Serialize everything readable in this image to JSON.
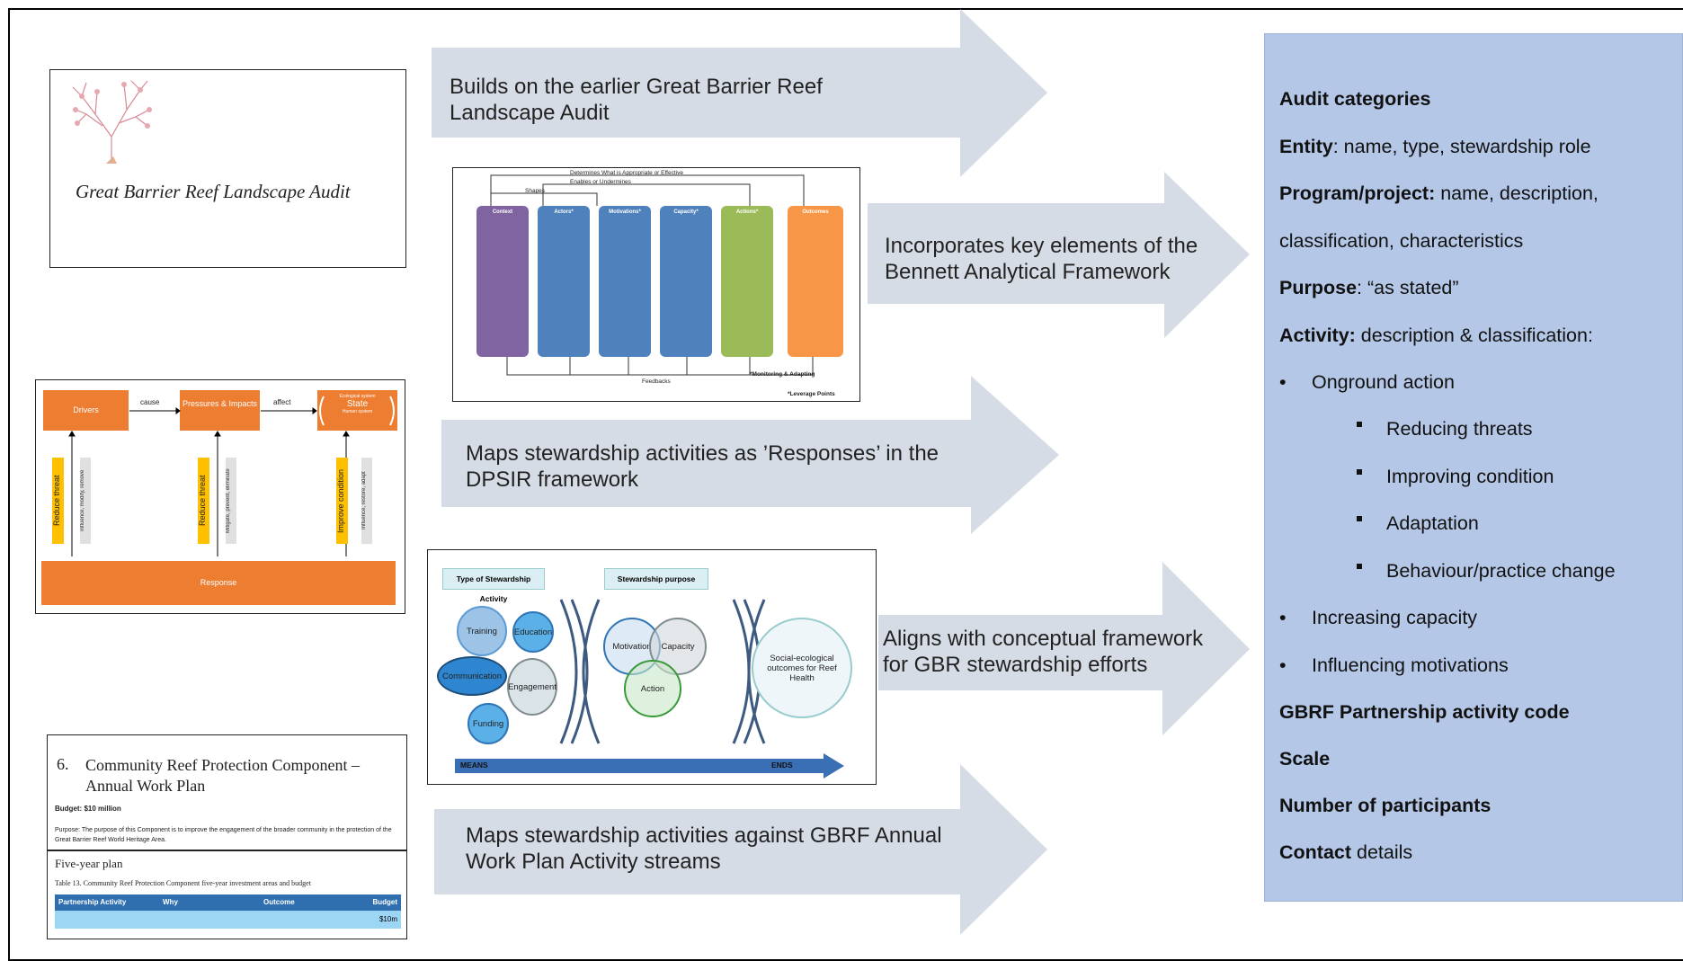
{
  "arrows": [
    {
      "text_lines": [
        "Builds on the earlier Great Barrier Reef",
        "Landscape Audit"
      ]
    },
    {
      "text_lines": [
        "Incorporates key elements of the",
        "Bennett Analytical Framework"
      ]
    },
    {
      "text_lines": [
        "Maps stewardship activities as ’Responses’ in the",
        "DPSIR framework"
      ]
    },
    {
      "text_lines": [
        "Aligns with conceptual framework",
        "for GBR stewardship efforts"
      ]
    },
    {
      "text_lines": [
        "Maps stewardship activities against GBRF Annual",
        "Work Plan Activity streams"
      ]
    }
  ],
  "thumb_audit": {
    "title": "Great Barrier Reef Landscape Audit"
  },
  "thumb_bennett": {
    "top_labels": [
      "Determines What is Appropriate or Effective",
      "Enables or Undermines",
      "Shapes"
    ],
    "columns": [
      {
        "title": "Context",
        "color": "#8064a2"
      },
      {
        "title": "Actors*",
        "color": "#4f81bd"
      },
      {
        "title": "Motivations*",
        "color": "#4f81bd"
      },
      {
        "title": "Capacity*",
        "color": "#4f81bd"
      },
      {
        "title": "Actions*",
        "color": "#9bbb59"
      },
      {
        "title": "Outcomes",
        "color": "#f79646"
      }
    ],
    "bottom_labels": [
      "Feedbacks",
      "*Monitoring & Adapting",
      "*Leverage Points"
    ]
  },
  "thumb_dpsir": {
    "drivers": "Drivers",
    "cause": "cause",
    "pressures": "Pressures & Impacts",
    "affect": "affect",
    "state": "State",
    "state_top": "Ecological system",
    "state_bottom": "Human system",
    "response": "Response",
    "bars": [
      {
        "label": "Reduce threat",
        "sub": "Influence, modify, remove"
      },
      {
        "label": "Reduce threat",
        "sub": "Mitigate, prevent, eliminate"
      },
      {
        "label": "Improve condition",
        "sub": "Influence, restore, adapt"
      }
    ]
  },
  "thumb_concept": {
    "type_label": "Type of Stewardship Activity",
    "purpose_label": "Stewardship purpose",
    "activities": [
      "Training",
      "Education",
      "Communication",
      "Engagement",
      "Funding"
    ],
    "purposes": [
      "Motivation",
      "Capacity",
      "Action"
    ],
    "outcome": "Social-ecological outcomes for Reef Health",
    "means": "MEANS",
    "ends": "ENDS"
  },
  "thumb_workplan": {
    "heading_num": "6.",
    "heading": "Community Reef Protection Component – Annual Work Plan",
    "budget": "Budget: $10 million",
    "purpose": "Purpose: The purpose of this Component is to improve the engagement of the broader community in the protection of the Great Barrier Reef World Heritage Area.",
    "five_year": "Five-year plan",
    "table_caption": "Table 13. Community Reef Protection Component five-year investment areas and budget",
    "table_headers": [
      "Partnership Activity",
      "Why",
      "Outcome",
      "Budget"
    ],
    "table_value": "$10m"
  },
  "panel": {
    "heading": "Audit categories",
    "entity_label": "Entity",
    "entity_rest": ": name, type, stewardship role",
    "program_label": "Program/project:",
    "program_rest": " name, description,",
    "program_rest2": "classification, characteristics",
    "purpose_label": "Purpose",
    "purpose_rest": ": “as stated”",
    "activity_label": "Activity:",
    "activity_rest": " description & classification:",
    "onground": "Onground action",
    "sub_items": [
      "Reducing threats",
      "Improving condition",
      "Adaptation",
      "Behaviour/practice change"
    ],
    "increasing": "Increasing capacity",
    "influencing": "Influencing motivations",
    "gbrf": "GBRF Partnership activity code",
    "scale": "Scale",
    "participants": "Number of participants",
    "contact_label": "Contact",
    "contact_rest": " details"
  }
}
